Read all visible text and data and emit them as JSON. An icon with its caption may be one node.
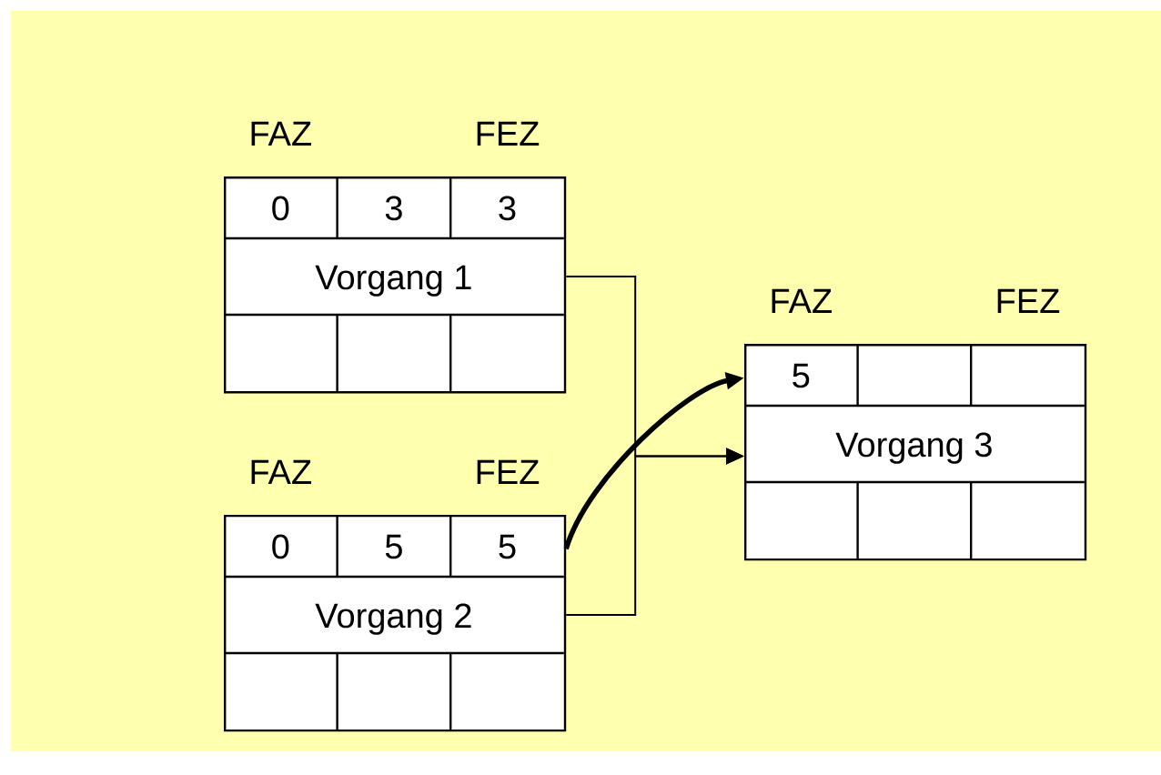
{
  "diagram": {
    "nodes": [
      {
        "text": [
          "FAZ",
          "FEZ",
          "0",
          "3",
          "3",
          "Vorgang 1"
        ]
      },
      {
        "text": [
          "FAZ",
          "FEZ",
          "0",
          "5",
          "5",
          "Vorgang 2"
        ]
      },
      {
        "text": [
          "FAZ",
          "FEZ",
          "5",
          "Vorgang 3"
        ]
      }
    ],
    "edges": [
      {
        "from": 0,
        "to": 2,
        "arrow": "to"
      },
      {
        "from": 1,
        "to": 2,
        "arrow": "to"
      },
      {
        "from": 1,
        "to": 2,
        "arrow": "to",
        "style": "thick"
      }
    ]
  }
}
